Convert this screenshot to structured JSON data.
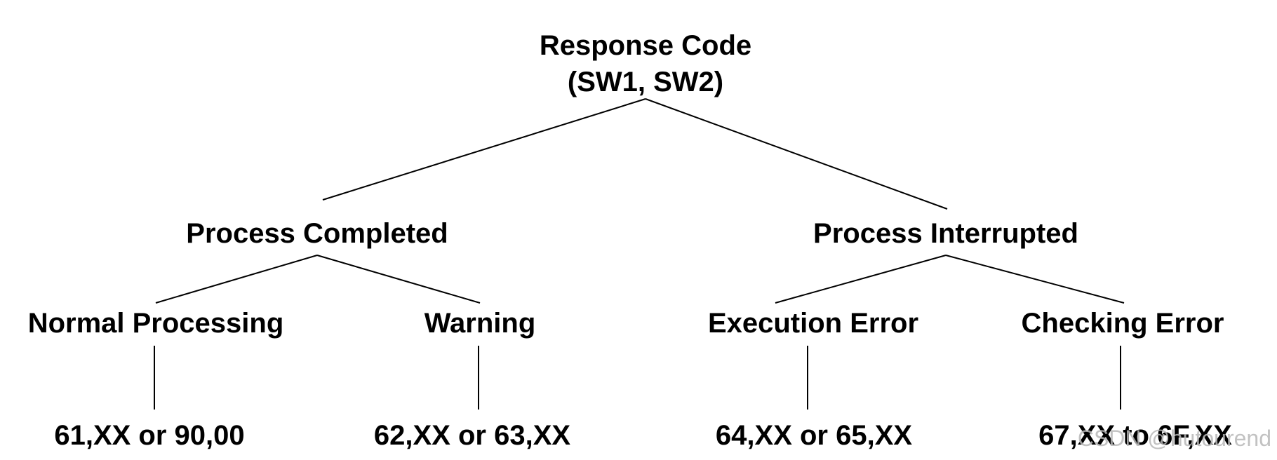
{
  "tree": {
    "root": {
      "line1": "Response Code",
      "line2": "(SW1, SW2)"
    },
    "branches": [
      {
        "label": "Process Completed",
        "children": [
          {
            "label": "Normal Processing",
            "code": "61,XX or 90,00"
          },
          {
            "label": "Warning",
            "code": "62,XX or 63,XX"
          }
        ]
      },
      {
        "label": "Process Interrupted",
        "children": [
          {
            "label": "Execution Error",
            "code": "64,XX or 65,XX"
          },
          {
            "label": "Checking Error",
            "code": "67,XX to 6F,XX"
          }
        ]
      }
    ]
  },
  "watermark": "CSDN @hutourend",
  "colors": {
    "line": "#000000",
    "text": "#000000",
    "background": "#ffffff",
    "watermark": "#b8b8b8"
  }
}
